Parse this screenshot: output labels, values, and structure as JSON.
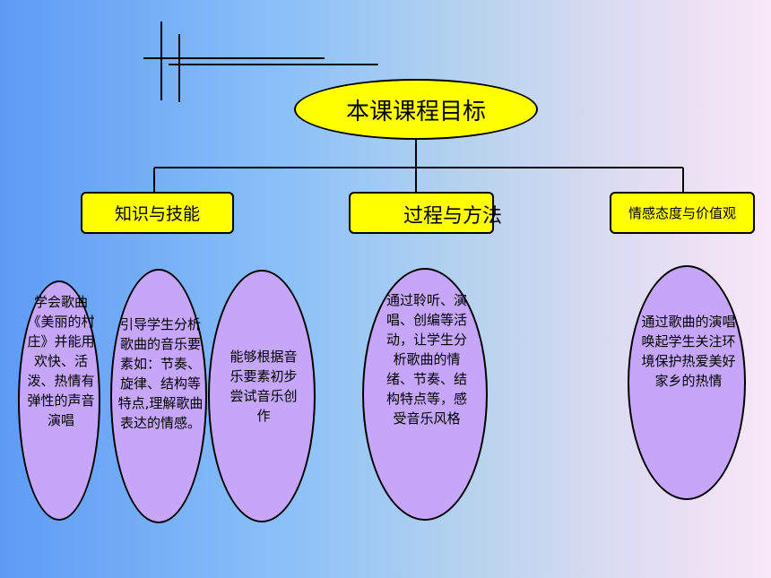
{
  "title": "本课课程目标",
  "categories": [
    {
      "label": "知识与技能"
    },
    {
      "label": "过程与方法"
    },
    {
      "label": "情感态度与价值观"
    }
  ],
  "goals": [
    {
      "text": "学会歌曲《美丽的村庄》并能用欢快、活泼、热情有弹性的声音演唱"
    },
    {
      "text": "引导学生分析歌曲的音乐要素如：节奏、旋律、结构等特点,理解歌曲表达的情感。"
    },
    {
      "text": "能够根据音乐要素初步尝试音乐创作"
    },
    {
      "text": "通过聆听、演唱、创编等活动，让学生分析歌曲的情绪、节奏、结构特点等，感受音乐风格"
    },
    {
      "text": "通过歌曲的演唱唤起学生关注环境保护热爱美好家乡的热情"
    }
  ],
  "colors": {
    "title_fill": "#ffff00",
    "category_fill": "#ffff00",
    "oval_fill": "#c5a6f8",
    "line": "#000000"
  }
}
